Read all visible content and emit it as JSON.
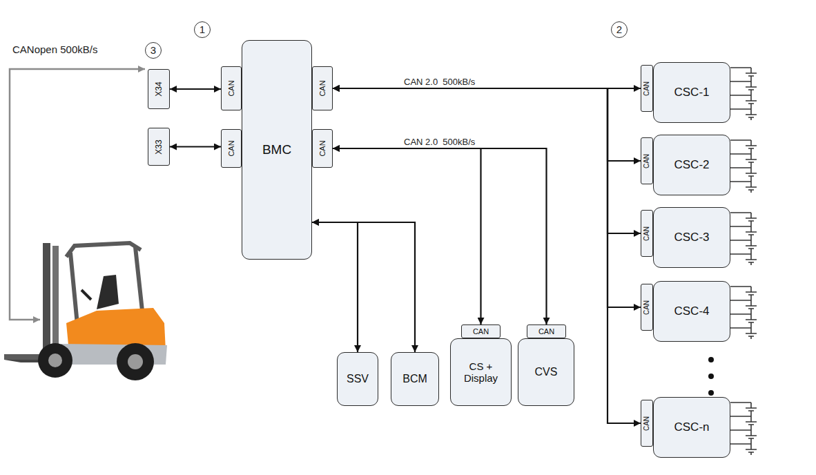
{
  "diagram": {
    "nodes": [
      {
        "text": [
          "1"
        ]
      },
      {
        "text": [
          "BMC"
        ],
        "in": 0
      },
      {
        "text": [
          "CAN"
        ],
        "in": 0
      },
      {
        "text": [
          "CAN"
        ],
        "in": 0
      },
      {
        "text": [
          "CAN"
        ],
        "in": 0
      },
      {
        "text": [
          "CAN"
        ],
        "in": 0
      },
      {
        "text": [
          "SSV"
        ],
        "in": 0
      },
      {
        "text": [
          "BCM"
        ],
        "in": 0
      },
      {
        "text": [
          "CAN"
        ],
        "in": 0
      },
      {
        "text": [
          "CS + Display"
        ],
        "in": 0
      },
      {
        "text": [
          "CAN"
        ],
        "in": 0
      },
      {
        "text": [
          "CVS"
        ],
        "in": 0
      },
      {
        "text": [
          "2"
        ]
      },
      {
        "text": [
          "CAN"
        ],
        "in": 12
      },
      {
        "text": [
          "CSC-1"
        ],
        "in": 12
      },
      {
        "text": [
          "CAN"
        ],
        "in": 12
      },
      {
        "text": [
          "CSC-2"
        ],
        "in": 12
      },
      {
        "text": [
          "CAN"
        ],
        "in": 12
      },
      {
        "text": [
          "CSC-3"
        ],
        "in": 12
      },
      {
        "text": [
          "CAN"
        ],
        "in": 12
      },
      {
        "text": [
          "CSC-4"
        ],
        "in": 12
      },
      {
        "text": [
          "CAN"
        ],
        "in": 12
      },
      {
        "text": [
          "CSC-n"
        ],
        "in": 12
      },
      {
        "text": [
          "X34"
        ]
      },
      {
        "text": [
          "X33"
        ]
      }
    ],
    "edges": [
      {
        "from": 23,
        "to": 2,
        "arrow": "both"
      },
      {
        "from": 24,
        "to": 3,
        "arrow": "both"
      },
      {
        "from": 4,
        "to": 13,
        "arrow": "both",
        "label": "CAN 2.0  500kB/s"
      },
      {
        "from": 4,
        "to": 15,
        "arrow": "both"
      },
      {
        "from": 4,
        "to": 17,
        "arrow": "both"
      },
      {
        "from": 4,
        "to": 19,
        "arrow": "both"
      },
      {
        "from": 4,
        "to": 21,
        "arrow": "both"
      },
      {
        "from": 5,
        "to": 8,
        "arrow": "both",
        "label": "CAN 2.0  500kB/s"
      },
      {
        "from": 5,
        "to": 10,
        "arrow": "both"
      },
      {
        "from": 1,
        "to": 6,
        "arrow": "both"
      },
      {
        "from": 1,
        "to": 7,
        "arrow": "both"
      }
    ],
    "labels": [
      "3",
      "CANopen 500kB/s"
    ]
  }
}
